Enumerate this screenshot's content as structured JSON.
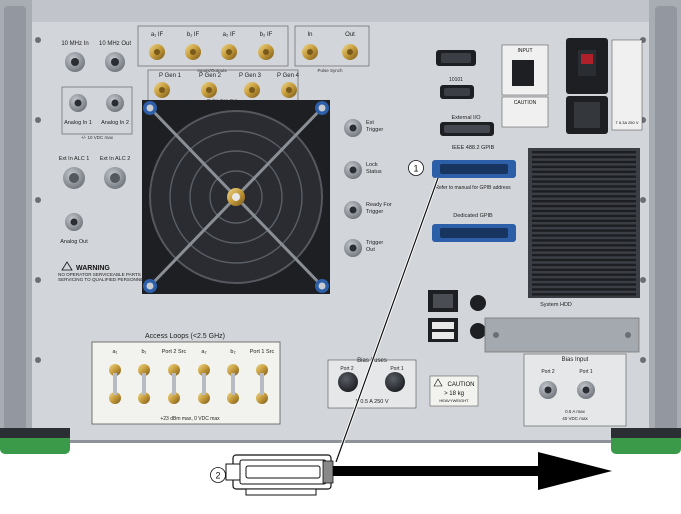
{
  "panel": {
    "bnc_labels": [
      "10 MHz In",
      "10 MHz Out"
    ],
    "inputs_outputs": {
      "labels": [
        "a₁ IF",
        "b₁ IF",
        "a₂ IF",
        "b₂ IF"
      ],
      "group_label": "Inputs/Outputs"
    },
    "pulse_synch": {
      "labels": [
        "In",
        "Out"
      ],
      "group_label": "Pulse Synch"
    },
    "pulse_gen": {
      "labels": [
        "P Gen 1",
        "P Gen 2",
        "P Gen 3",
        "P Gen 4"
      ],
      "group_label": "Pulse Gen Out"
    },
    "analog_in": {
      "labels": [
        "Analog In 1",
        "Analog In 2"
      ],
      "note": "+/- 10 VDC max"
    },
    "ext_alc": [
      "Ext In ALC 1",
      "Ext In ALC 2"
    ],
    "analog_out": "Analog Out",
    "warning": {
      "title": "WARNING",
      "text": "NO OPERATOR SERVICEABLE PARTS INSIDE. REFER SERVICING TO QUALIFIED PERSONNEL."
    },
    "trigger_labels": [
      "Ext Trigger",
      "Lock Status",
      "Ready For Trigger",
      "Trigger Out"
    ],
    "io_labels": {
      "serial": "10101",
      "external_io": "External I/O",
      "gpib": "IEEE 488.2 GPIB",
      "gpib_note": "Refer to manual for GPIB address",
      "dedicated_gpib": "Dedicated GPIB",
      "system_hdd": "System HDD"
    },
    "power": {
      "input": "INPUT",
      "caution": "CAUTION",
      "fuse": "T 6.3A 250 V"
    },
    "access_loops": {
      "title": "Access Loops (<2.5 GHz)",
      "labels": [
        "a₁",
        "b₁",
        "Port 2 Src",
        "a₂",
        "b₂",
        "Port 1 Src"
      ],
      "note": "+23 dBm max, 0 VDC max"
    },
    "bias_fuses": {
      "title": "Bias Fuses",
      "labels": [
        "Port 2",
        "Port 1"
      ],
      "rating": "F 0.5 A 250 V"
    },
    "weight": {
      "title": "CAUTION",
      "value": "> 18 kg",
      "sub": "HEAVYWEIGHT"
    },
    "bias_input": {
      "title": "Bias Input",
      "labels": [
        "Port 2",
        "Port 1"
      ],
      "note1": "0.5 A max",
      "note2": "40 VDC max"
    }
  },
  "callouts": [
    "1",
    "2"
  ],
  "colors": {
    "panel": "#d3d6db",
    "frame": "#9ea3aa",
    "feet": "#3a9a4a",
    "gold": "#c8a24a",
    "arrow": "#000000"
  }
}
